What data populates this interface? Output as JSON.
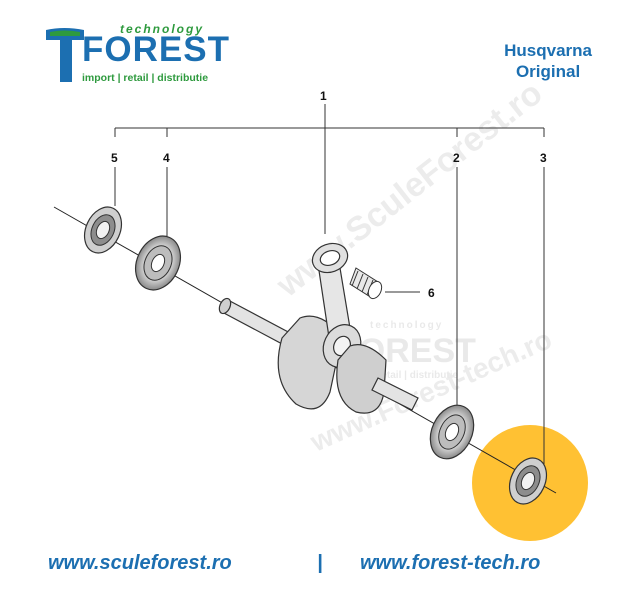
{
  "logo": {
    "tagline_top": "technology",
    "name": "FOREST",
    "tagline_bottom": "import | retail | distributie"
  },
  "brand": {
    "line1": "Husqvarna",
    "line2": "Original"
  },
  "callouts": [
    "1",
    "2",
    "3",
    "4",
    "5",
    "6"
  ],
  "watermark": {
    "url1": "www.SculeForest.ro",
    "url2": "www.Forest-tech.ro",
    "tagline_top": "technology",
    "name": "FOREST",
    "tagline_bottom": "import | retail | distributie"
  },
  "footer": {
    "left": "www.sculeforest.ro",
    "separator": "|",
    "right": "www.forest-tech.ro"
  },
  "colors": {
    "brand_blue": "#1c6fb1",
    "brand_green": "#2e9a3e",
    "highlight": "#ffc133"
  }
}
